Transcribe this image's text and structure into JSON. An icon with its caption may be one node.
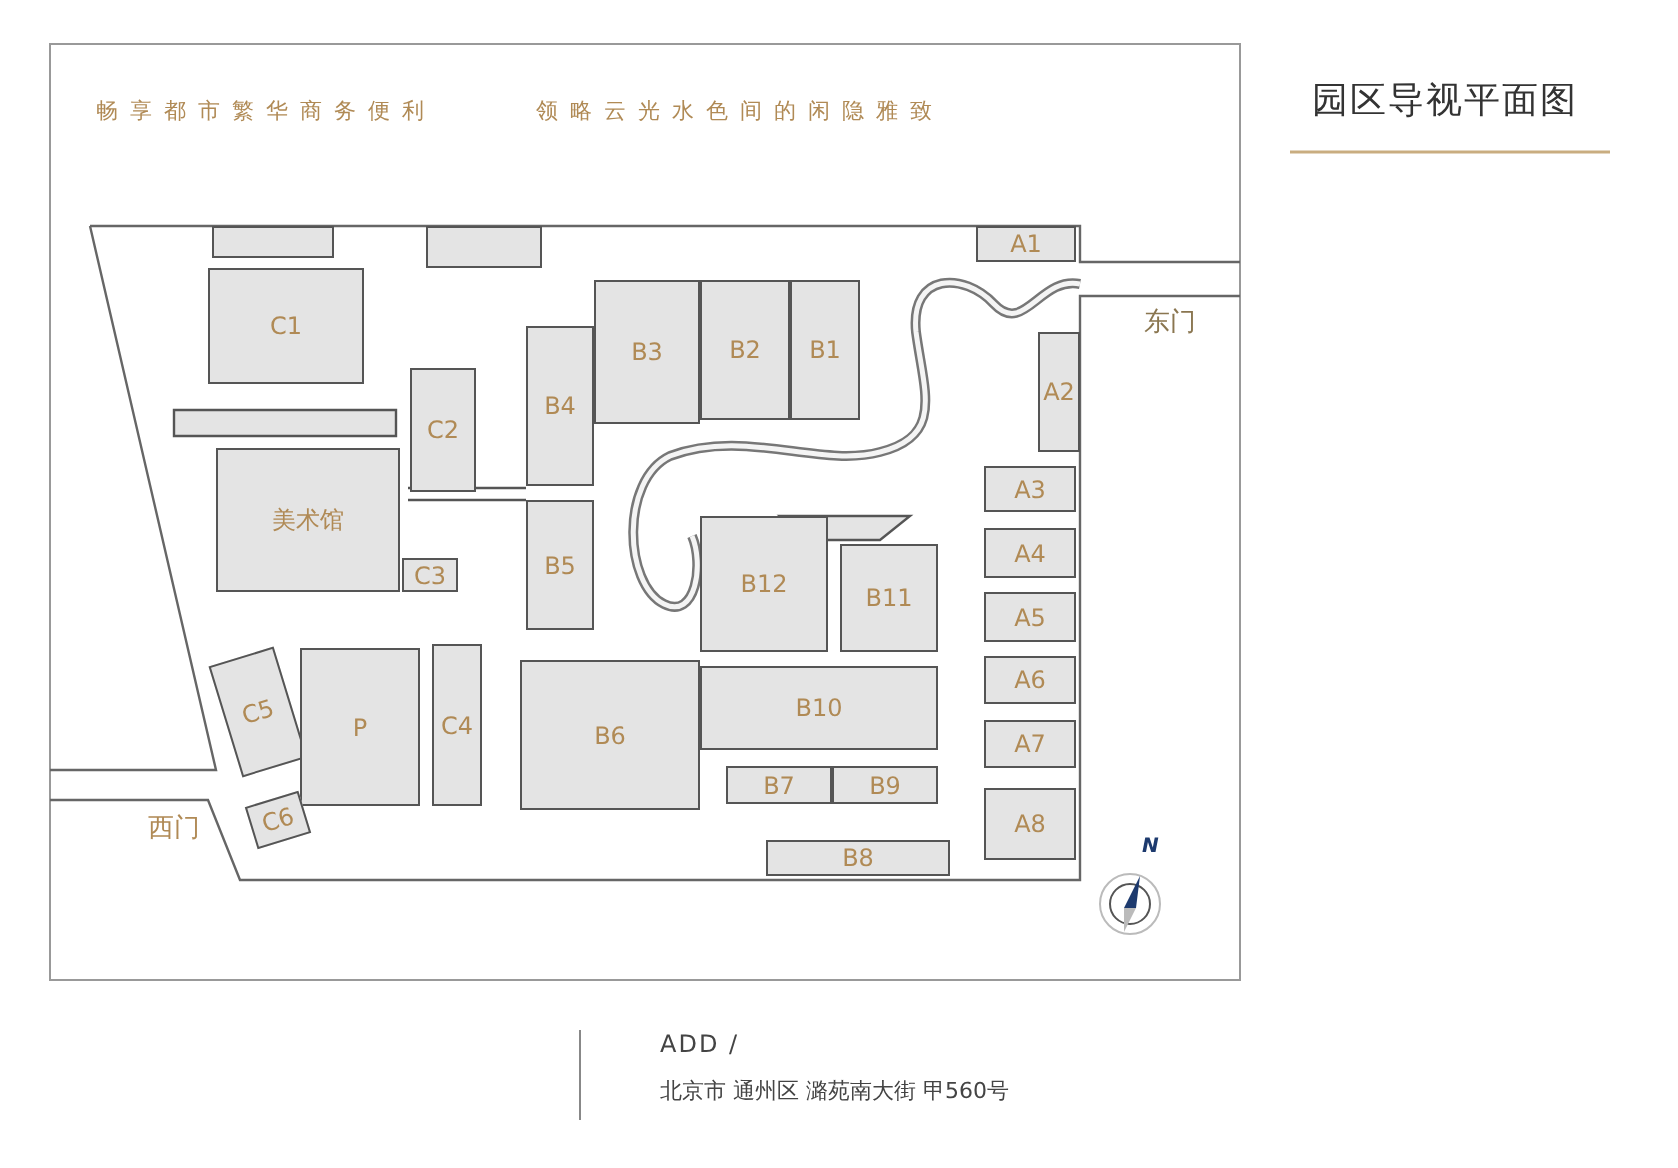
{
  "diagram": {
    "title": "园区导视平面图",
    "nodes": [
      {
        "text": [],
        "shape": "box"
      },
      {
        "text": [],
        "shape": "box"
      },
      {
        "text": [
          "A1"
        ]
      },
      {
        "text": [
          "B3"
        ]
      },
      {
        "text": [
          "B2"
        ]
      },
      {
        "text": [
          "B1"
        ]
      },
      {
        "text": [
          "C1"
        ]
      },
      {
        "text": [
          "A2"
        ]
      },
      {
        "text": [
          "C2"
        ]
      },
      {
        "text": [
          "B4"
        ]
      },
      {
        "text": [
          "美术馆"
        ]
      },
      {
        "text": [
          "A3"
        ]
      },
      {
        "text": [
          "B12"
        ]
      },
      {
        "text": [
          "B11"
        ]
      },
      {
        "text": [
          "A4"
        ]
      },
      {
        "text": [
          "C3"
        ]
      },
      {
        "text": [
          "B5"
        ]
      },
      {
        "text": [
          "A5"
        ]
      },
      {
        "text": [
          "C5"
        ]
      },
      {
        "text": [
          "P"
        ]
      },
      {
        "text": [
          "C4"
        ]
      },
      {
        "text": [
          "B6"
        ]
      },
      {
        "text": [
          "B10"
        ]
      },
      {
        "text": [
          "A6"
        ]
      },
      {
        "text": [
          "A7"
        ]
      },
      {
        "text": [
          "B7"
        ]
      },
      {
        "text": [
          "B9"
        ]
      },
      {
        "text": [
          "C6"
        ]
      },
      {
        "text": [
          "A8"
        ]
      },
      {
        "text": [
          "B8"
        ]
      }
    ],
    "labels": [
      "畅享都市繁华商务便利",
      "领略云光水色间的闲隐雅致",
      "东门",
      "西门",
      "N",
      "ADD /",
      "北京市 通州区 潞苑南大街 甲560号"
    ]
  }
}
